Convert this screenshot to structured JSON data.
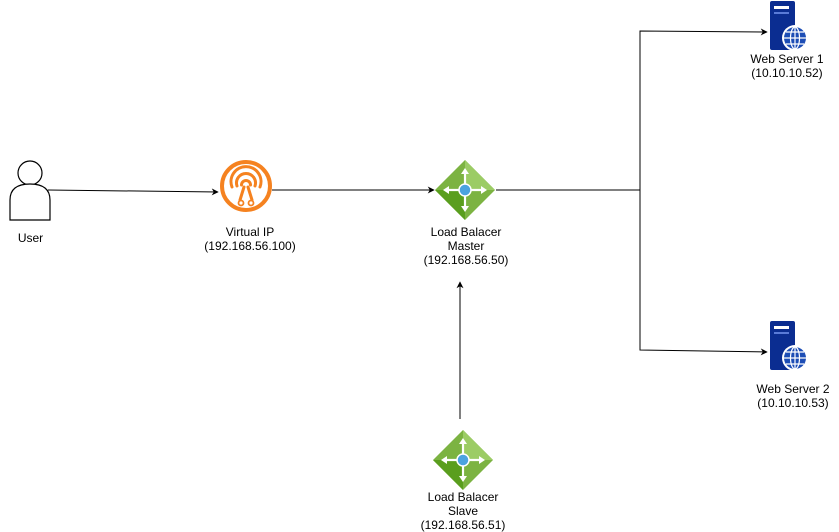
{
  "colors": {
    "edge": "#000000",
    "wifi": "#F58220",
    "lb_light": "#8BC34A",
    "lb_dark": "#5A9E1E",
    "lb_dot": "#4BA3E0",
    "server": "#0B2D91",
    "globe": "#1C4DB5"
  },
  "icons": {
    "user": "user-icon",
    "virtual_ip": "wireless-antenna-icon",
    "load_balancer": "load-balancer-icon",
    "web_server": "web-server-icon"
  },
  "nodes": {
    "user": {
      "label": "User"
    },
    "virtual_ip": {
      "name": "Virtual IP",
      "ip": "(192.168.56.100)"
    },
    "lb_master": {
      "name": "Load Balacer",
      "role": "Master",
      "ip": "(192.168.56.50)"
    },
    "lb_slave": {
      "name": "Load Balacer",
      "role": "Slave",
      "ip": "(192.168.56.51)"
    },
    "web_server_1": {
      "name": "Web Server 1",
      "ip": "(10.10.10.52)"
    },
    "web_server_2": {
      "name": "Web Server 2",
      "ip": "(10.10.10.53)"
    }
  }
}
